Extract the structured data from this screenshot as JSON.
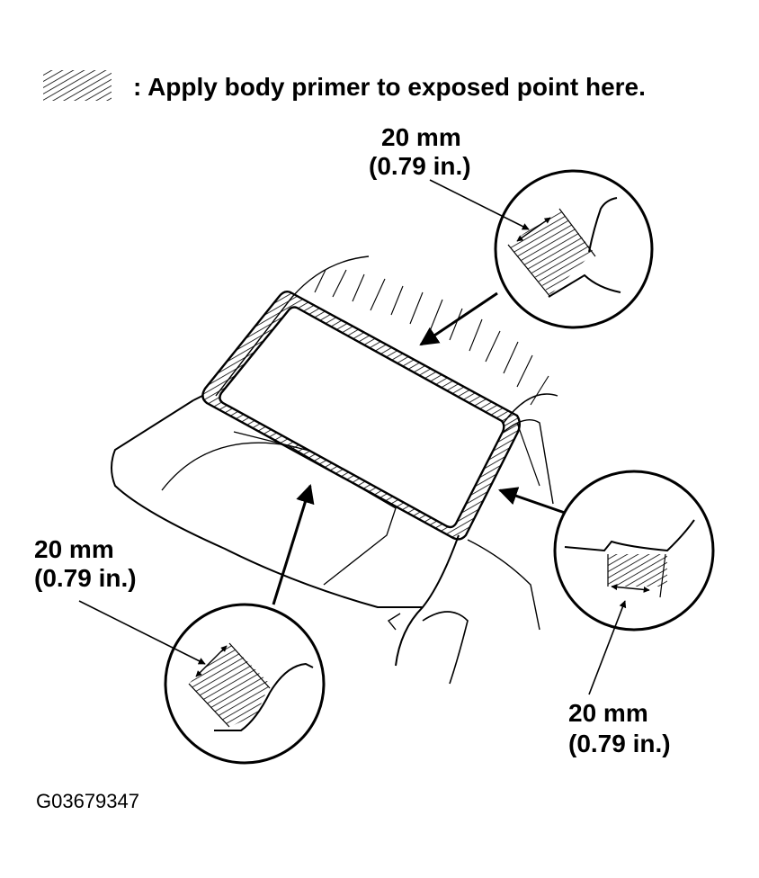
{
  "legend": {
    "text": ": Apply body primer to exposed point here.",
    "swatch_icon": "hatch-swatch-icon"
  },
  "callouts": {
    "top": {
      "mm": "20 mm",
      "inch": "(0.79 in.)"
    },
    "left": {
      "mm": "20 mm",
      "inch": "(0.79 in.)"
    },
    "right": {
      "mm": "20 mm",
      "inch": "(0.79 in.)"
    }
  },
  "figure_code": "G03679347",
  "colors": {
    "ink": "#000000",
    "paper": "#ffffff"
  }
}
